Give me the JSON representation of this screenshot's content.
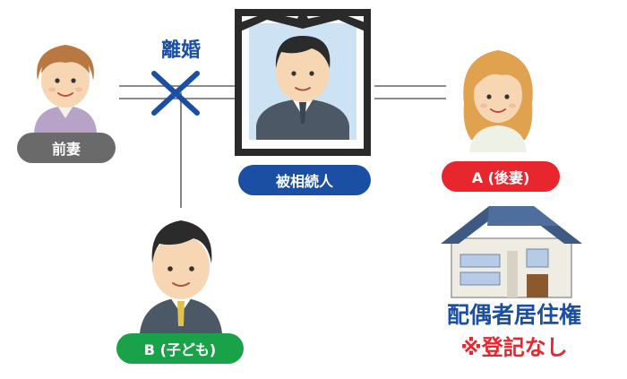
{
  "labels": {
    "former_wife": "前妻",
    "deceased": "被相続人",
    "spouse_a": "A (後妻)",
    "child_b": "B (子ども)",
    "divorce": "離婚",
    "spousal_residence_right": "配偶者居住権",
    "no_registration": "※登記なし"
  },
  "colors": {
    "former_wife_pill": "#6a6a6a",
    "deceased_pill": "#1a4fa3",
    "spouse_pill": "#e8262d",
    "child_pill": "#1aa24a",
    "divorce_x": "#1a4fa3",
    "accent_red": "#e8262d",
    "line": "#555555"
  }
}
